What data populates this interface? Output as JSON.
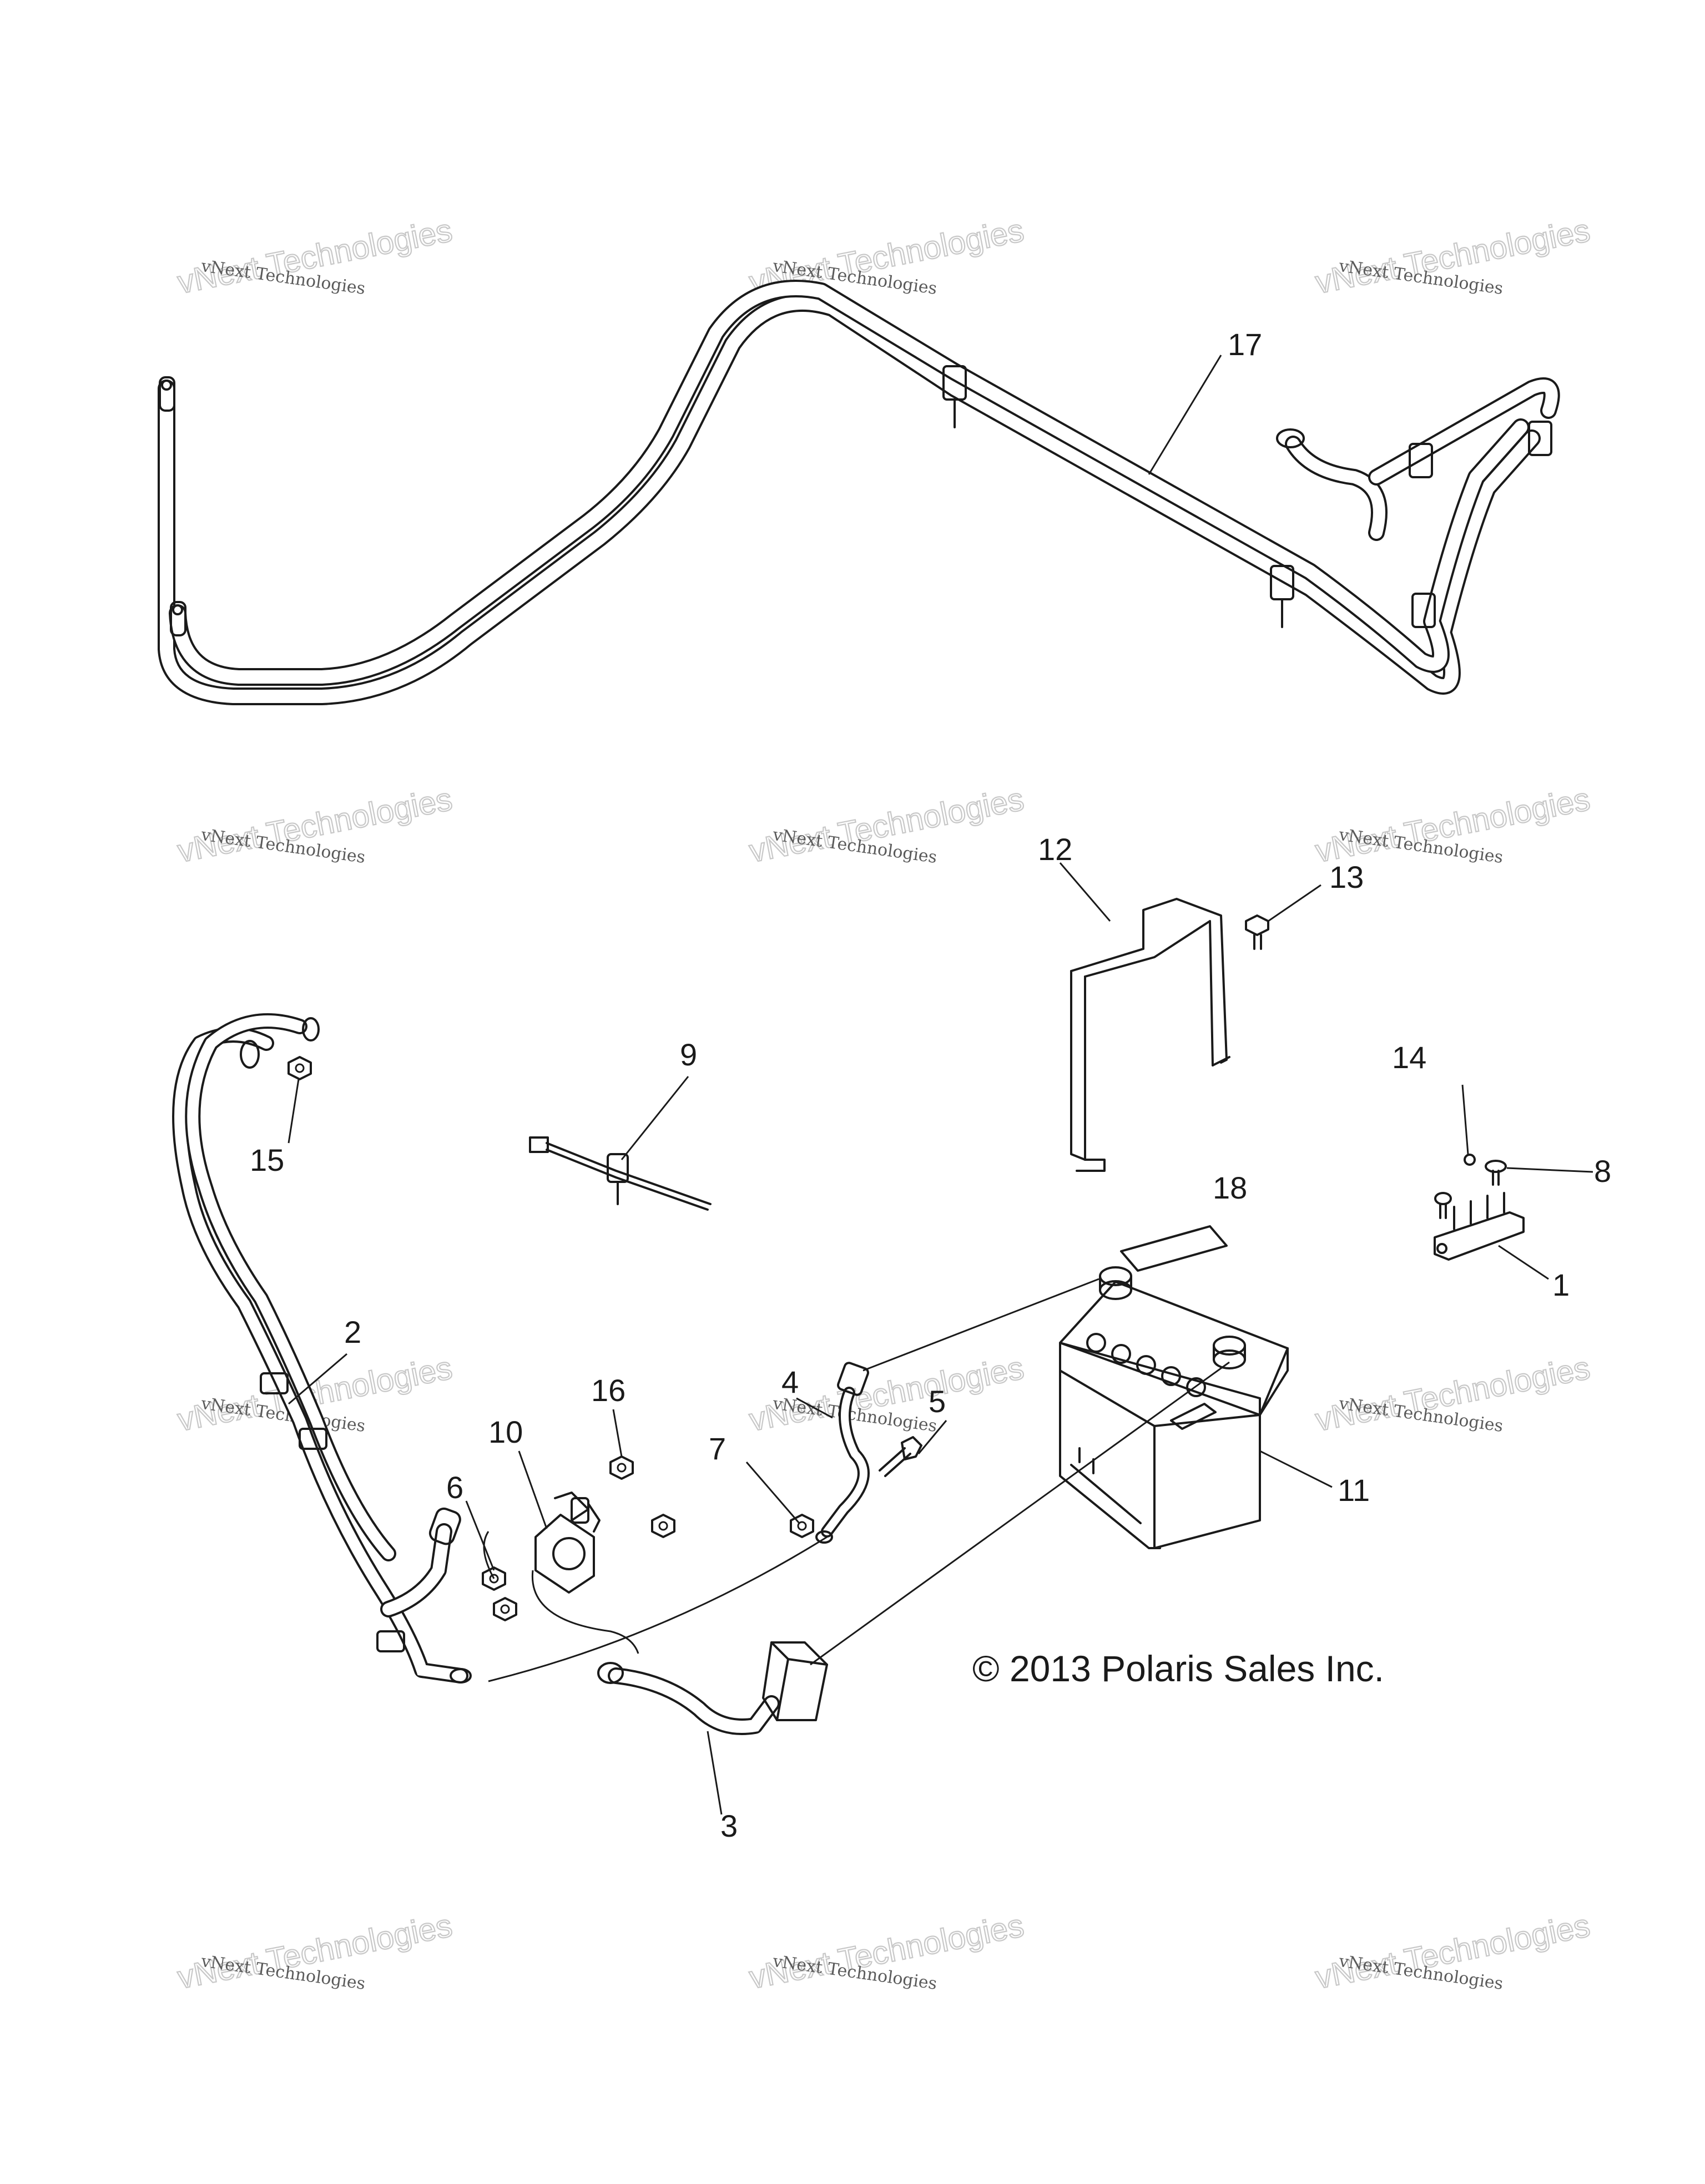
{
  "copyright": "© 2013 Polaris Sales Inc.",
  "watermark": {
    "line1": "vNext Technologies",
    "line2": "vNext Technologies"
  },
  "callouts": {
    "c1": "1",
    "c2": "2",
    "c3": "3",
    "c4": "4",
    "c5": "5",
    "c6": "6",
    "c7": "7",
    "c8": "8",
    "c9": "9",
    "c10": "10",
    "c11": "11",
    "c12": "12",
    "c13": "13",
    "c14": "14",
    "c15": "15",
    "c16": "16",
    "c17": "17",
    "c18": "18"
  }
}
